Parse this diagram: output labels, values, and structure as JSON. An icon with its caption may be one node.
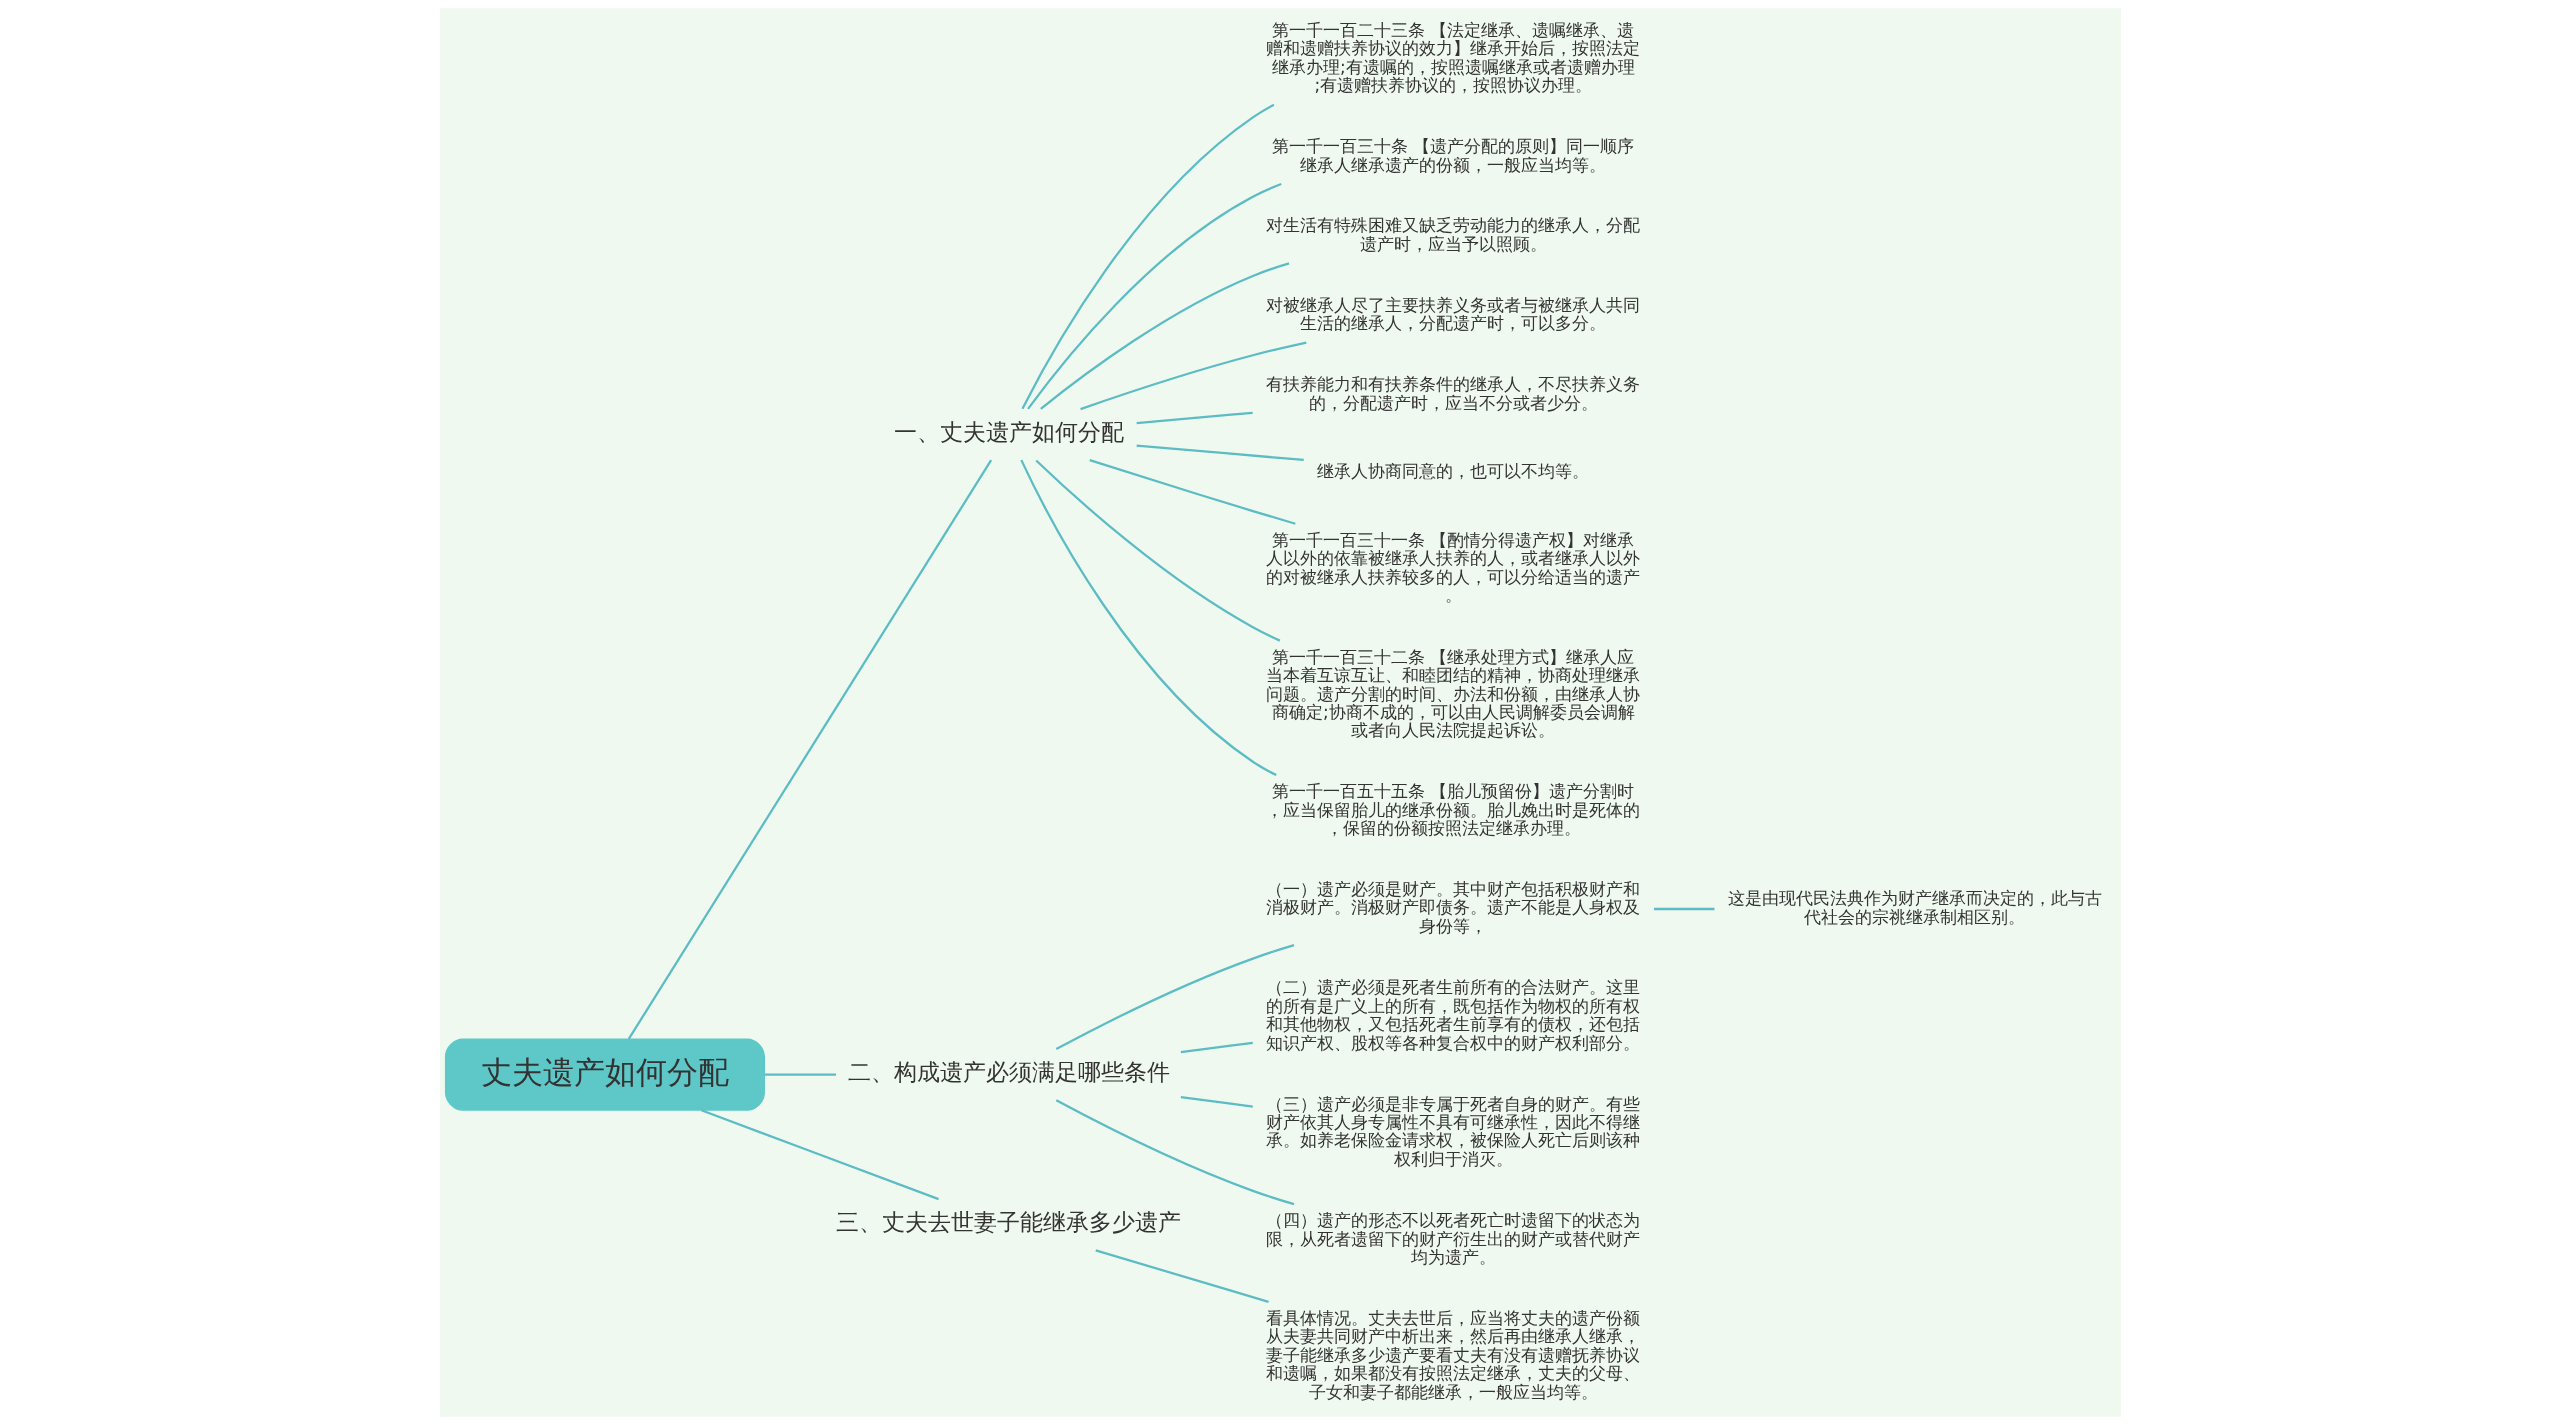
{
  "diagram": {
    "nodes": [
      {
        "text": [
          "丈夫遗产如何分配"
        ]
      },
      {
        "text": [
          "一、丈夫遗产如何分配"
        ]
      },
      {
        "text": [
          "第一千一百二十三条 【法定继承、遗嘱继承、遗赠和遗赠扶养协议的效力】继承开始后，按照法定继承办理;有遗嘱的，按照遗嘱继承或者遗赠办理;有遗赠扶养协议的，按照协议办理。"
        ]
      },
      {
        "text": [
          "第一千一百三十条 【遗产分配的原则】同一顺序继承人继承遗产的份额，一般应当均等。"
        ]
      },
      {
        "text": [
          "对生活有特殊困难又缺乏劳动能力的继承人，分配遗产时，应当予以照顾。"
        ]
      },
      {
        "text": [
          "对被继承人尽了主要扶养义务或者与被继承人共同生活的继承人，分配遗产时，可以多分。"
        ]
      },
      {
        "text": [
          "有扶养能力和有扶养条件的继承人，不尽扶养义务的，分配遗产时，应当不分或者少分。"
        ]
      },
      {
        "text": [
          "继承人协商同意的，也可以不均等。"
        ]
      },
      {
        "text": [
          "第一千一百三十一条 【酌情分得遗产权】对继承人以外的依靠被继承人扶养的人，或者继承人以外的对被继承人扶养较多的人，可以分给适当的遗产。"
        ]
      },
      {
        "text": [
          "第一千一百三十二条 【继承处理方式】继承人应当本着互谅互让、和睦团结的精神，协商处理继承问题。遗产分割的时间、办法和份额，由继承人协商确定;协商不成的，可以由人民调解委员会调解或者向人民法院提起诉讼。"
        ]
      },
      {
        "text": [
          "第一千一百五十五条 【胎儿预留份】遗产分割时，应当保留胎儿的继承份额。胎儿娩出时是死体的，保留的份额按照法定继承办理。"
        ]
      },
      {
        "text": [
          "二、构成遗产必须满足哪些条件"
        ]
      },
      {
        "text": [
          "（一）遗产必须是财产。其中财产包括积极财产和消极财产。消极财产即债务。遗产不能是人身权及身份等，"
        ]
      },
      {
        "text": [
          "（二）遗产必须是死者生前所有的合法财产。这里的所有是广义上的所有，既包括作为物权的所有权和其他物权，又包括死者生前享有的债权，还包括知识产权、股权等各种复合权中的财产权利部分。"
        ]
      },
      {
        "text": [
          "（三）遗产必须是非专属于死者自身的财产。有些财产依其人身专属性不具有可继承性，因此不得继承。如养老保险金请求权，被保险人死亡后则该种权利归于消灭。"
        ]
      },
      {
        "text": [
          "（四）遗产的形态不以死者死亡时遗留下的状态为限，从死者遗留下的财产衍生出的财产或替代财产均为遗产。"
        ]
      },
      {
        "text": [
          "这是由现代民法典作为财产继承而决定的，此与古代社会的宗祧继承制相区别。"
        ]
      },
      {
        "text": [
          "三、丈夫去世妻子能继承多少遗产"
        ]
      },
      {
        "text": [
          "看具体情况。丈夫去世后，应当将丈夫的遗产份额从夫妻共同财产中析出来，然后再由继承人继承，妻子能继承多少遗产要看丈夫有没有遗赠抚养协议和遗嘱，如果都没有按照法定继承，丈夫的父母、子女和妻子都能继承，一般应当均等。"
        ]
      }
    ],
    "edges": [
      {
        "from": 0,
        "to": 1,
        "arrow": "none"
      },
      {
        "from": 1,
        "to": 2,
        "arrow": "none"
      },
      {
        "from": 1,
        "to": 3,
        "arrow": "none"
      },
      {
        "from": 1,
        "to": 4,
        "arrow": "none"
      },
      {
        "from": 1,
        "to": 5,
        "arrow": "none"
      },
      {
        "from": 1,
        "to": 6,
        "arrow": "none"
      },
      {
        "from": 1,
        "to": 7,
        "arrow": "none"
      },
      {
        "from": 1,
        "to": 8,
        "arrow": "none"
      },
      {
        "from": 1,
        "to": 9,
        "arrow": "none"
      },
      {
        "from": 1,
        "to": 10,
        "arrow": "none"
      },
      {
        "from": 0,
        "to": 11,
        "arrow": "none"
      },
      {
        "from": 11,
        "to": 12,
        "arrow": "none"
      },
      {
        "from": 11,
        "to": 13,
        "arrow": "none"
      },
      {
        "from": 11,
        "to": 14,
        "arrow": "none"
      },
      {
        "from": 11,
        "to": 15,
        "arrow": "none"
      },
      {
        "from": 12,
        "to": 16,
        "arrow": "none"
      },
      {
        "from": 0,
        "to": 17,
        "arrow": "none"
      },
      {
        "from": 17,
        "to": 18,
        "arrow": "none"
      }
    ]
  }
}
